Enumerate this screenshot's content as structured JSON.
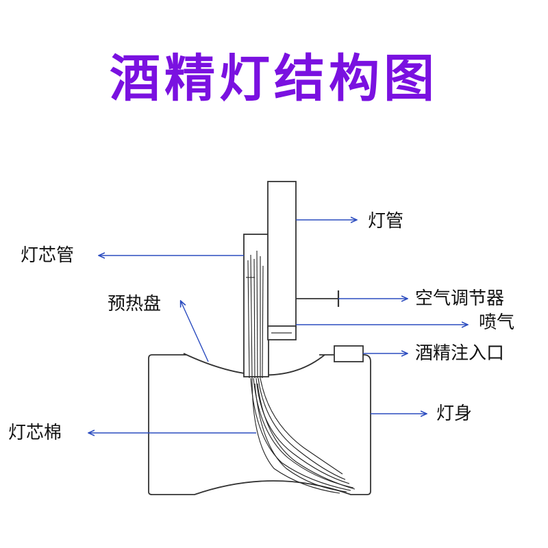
{
  "title": "酒精灯结构图",
  "colors": {
    "title": "#7a11e0",
    "arrow": "#2a4bbf",
    "outline": "#333333",
    "wick": "#222222"
  },
  "labels": {
    "lamp_tube": "灯管",
    "wick_tube": "灯芯管",
    "air_regulator": "空气调节器",
    "preheat_plate": "预热盘",
    "jet": "喷气",
    "alcohol_inlet": "酒精注入口",
    "lamp_body": "灯身",
    "wick_cotton": "灯芯棉"
  }
}
